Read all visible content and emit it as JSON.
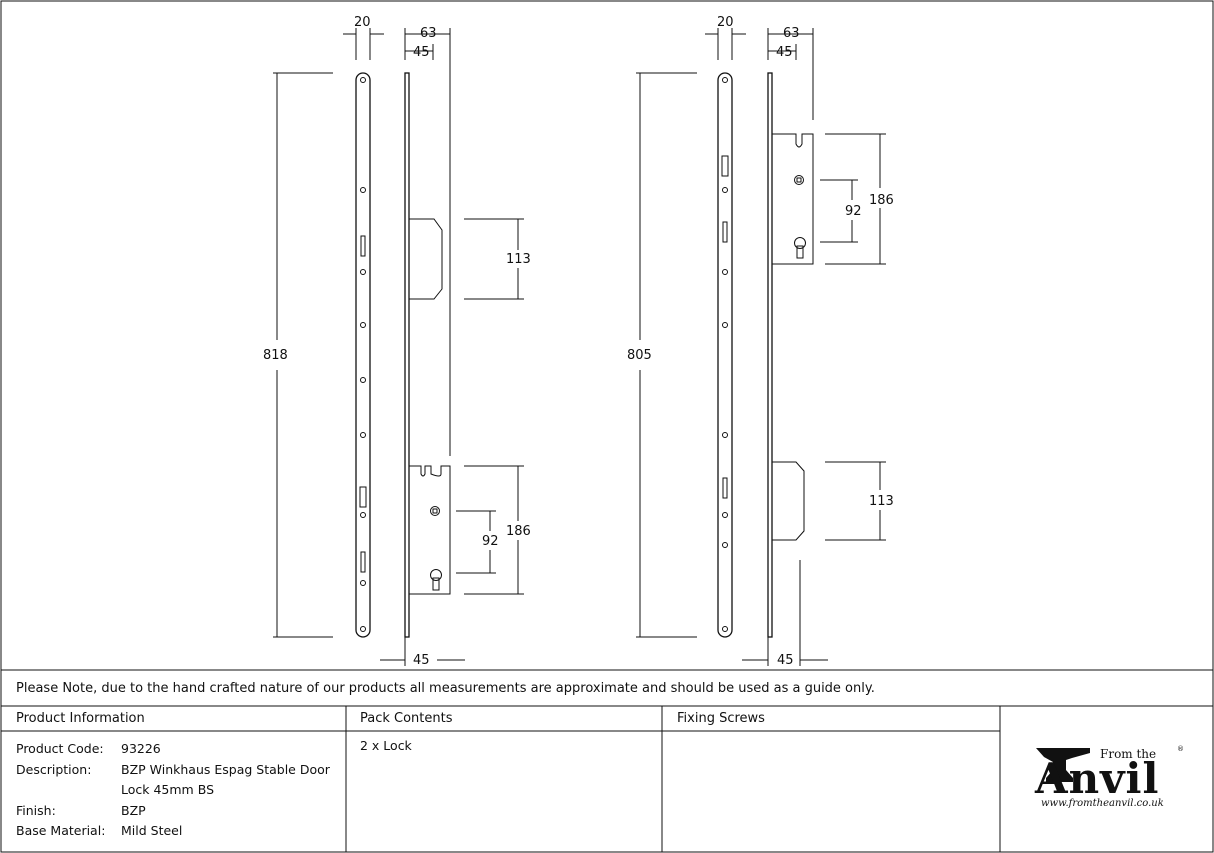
{
  "dimensions": {
    "left": {
      "width_top": "20",
      "depth_63": "63",
      "depth_45": "45",
      "height": "818",
      "keep_113": "113",
      "case_186": "186",
      "centre_92": "92",
      "backset": "45"
    },
    "right": {
      "width_top": "20",
      "depth_63": "63",
      "depth_45": "45",
      "height": "805",
      "case_186": "186",
      "centre_92": "92",
      "keep_113": "113",
      "backset": "45"
    }
  },
  "note": "Please Note, due to the hand crafted nature of our products all measurements are approximate and should be used as a guide only.",
  "table": {
    "headers": [
      "Product Information",
      "Pack Contents",
      "Fixing Screws"
    ],
    "product": {
      "code_label": "Product Code:",
      "code": "93226",
      "desc_label": "Description:",
      "desc1": "BZP Winkhaus Espag Stable Door",
      "desc2": "Lock 45mm BS",
      "finish_label": "Finish:",
      "finish": "BZP",
      "material_label": "Base Material:",
      "material": "Mild Steel"
    },
    "pack_contents": "2 x Lock",
    "fixing_screws": ""
  },
  "logo": {
    "from": "From the",
    "name": "Anvil",
    "url": "www.fromtheanvil.co.uk",
    "reg": "®"
  }
}
